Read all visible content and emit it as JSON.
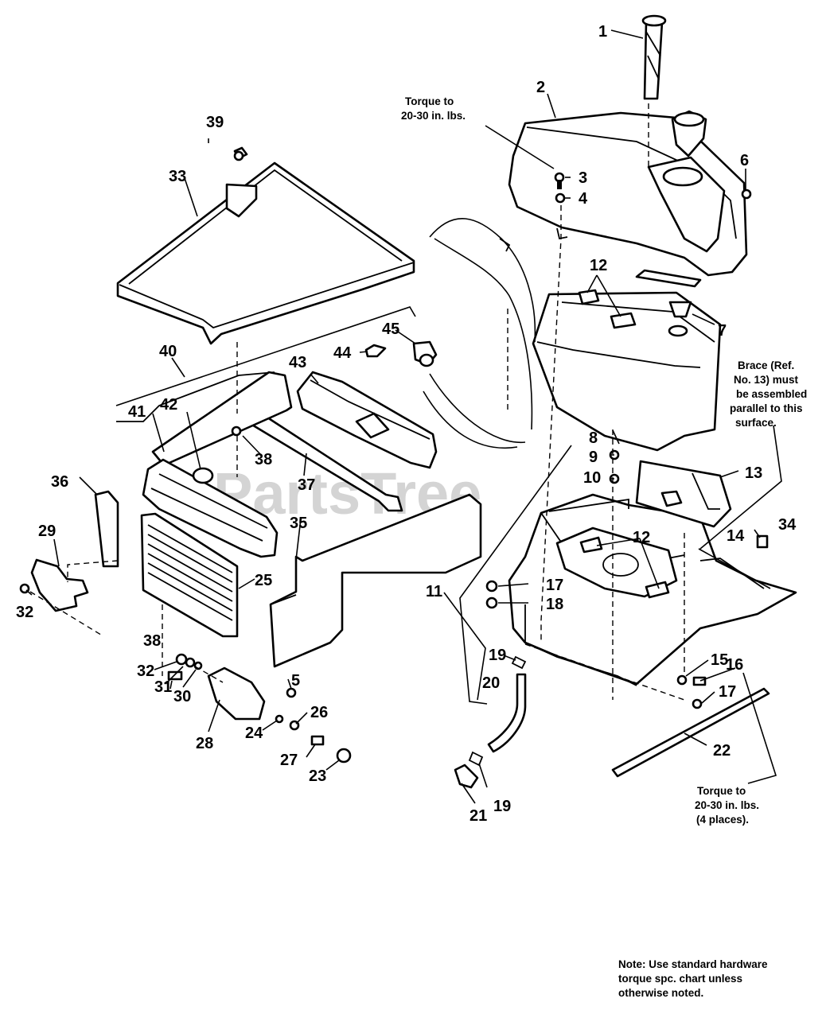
{
  "watermark": "PartsTree",
  "notes": {
    "torque_top": [
      "Torque to",
      "20-30 in. lbs."
    ],
    "brace": [
      "Brace (Ref.",
      "No. 13) must",
      "be assembled",
      "parallel to this",
      "surface."
    ],
    "torque_bottom": [
      "Torque to",
      "20-30 in. lbs.",
      "(4 places)."
    ],
    "hardware": [
      "Note: Use standard hardware",
      "torque spc. chart unless",
      "otherwise noted."
    ]
  },
  "callouts": [
    "1",
    "2",
    "3",
    "4",
    "5",
    "6",
    "7",
    "8",
    "9",
    "10",
    "11",
    "12",
    "12",
    "13",
    "14",
    "15",
    "16",
    "17",
    "17",
    "17",
    "18",
    "19",
    "19",
    "20",
    "21",
    "22",
    "23",
    "24",
    "25",
    "26",
    "27",
    "28",
    "29",
    "30",
    "31",
    "32",
    "32",
    "33",
    "34",
    "35",
    "36",
    "37",
    "38",
    "38",
    "39",
    "40",
    "41",
    "42",
    "43",
    "44",
    "45"
  ]
}
